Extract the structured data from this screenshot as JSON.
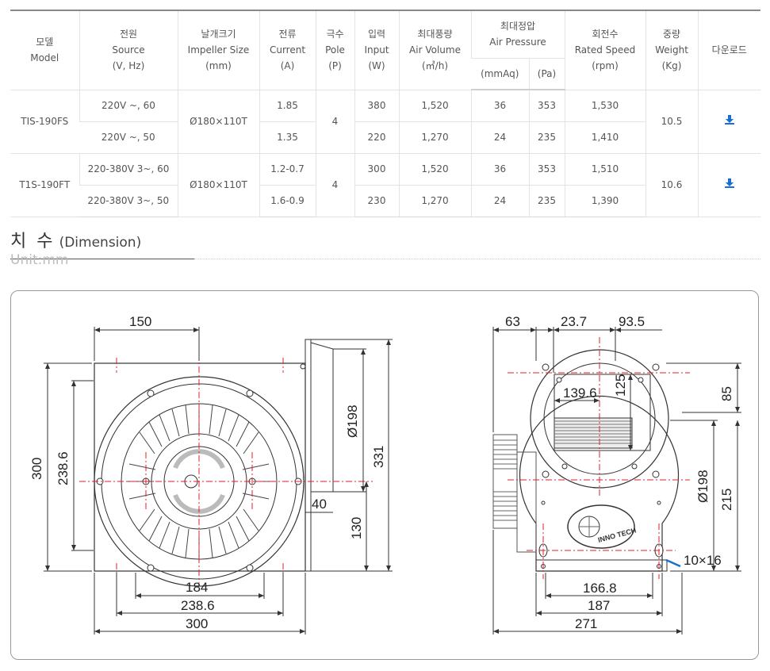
{
  "table": {
    "headers": {
      "model": [
        "모델",
        "Model"
      ],
      "source": [
        "전원",
        "Source",
        "(V, Hz)"
      ],
      "impeller": [
        "날개크기",
        "Impeller Size",
        "(mm)"
      ],
      "current": [
        "전류",
        "Current",
        "(A)"
      ],
      "pole": [
        "극수",
        "Pole",
        "(P)"
      ],
      "input": [
        "입력",
        "Input",
        "(W)"
      ],
      "air_volume": [
        "최대풍량",
        "Air Volume",
        "(㎥/h)"
      ],
      "air_pressure": [
        "최대정압",
        "Air Pressure"
      ],
      "pressure_units": [
        "(mmAq)",
        "(Pa)"
      ],
      "speed": [
        "회전수",
        "Rated Speed",
        "(rpm)"
      ],
      "weight": [
        "중량",
        "Weight",
        "(Kg)"
      ],
      "download": "다운로드"
    },
    "rows": [
      {
        "model": "TIS-190FS",
        "source": "220V ~, 60",
        "impeller": "Ø180×110T",
        "current": "1.85",
        "pole": "4",
        "input": "380",
        "air_volume": "1,520",
        "mmaq": "36",
        "pa": "353",
        "rpm": "1,530",
        "weight": "10.5"
      },
      {
        "source": "220V ~, 50",
        "current": "1.35",
        "input": "220",
        "air_volume": "1,270",
        "mmaq": "24",
        "pa": "235",
        "rpm": "1,410"
      },
      {
        "model": "T1S-190FT",
        "source": "220-380V 3~, 60",
        "impeller": "Ø180×110T",
        "current": "1.2-0.7",
        "pole": "4",
        "input": "300",
        "air_volume": "1,520",
        "mmaq": "36",
        "pa": "353",
        "rpm": "1,510",
        "weight": "10.6"
      },
      {
        "source": "220-380V 3~, 50",
        "current": "1.6-0.9",
        "input": "230",
        "air_volume": "1,270",
        "mmaq": "24",
        "pa": "235",
        "rpm": "1,390"
      }
    ]
  },
  "dimension": {
    "title_ko": "치 수",
    "title_en": "(Dimension)",
    "unit": "Unit:mm"
  },
  "drawing": {
    "front": {
      "top": "150",
      "left_outer": "300",
      "left_inner": "238.6",
      "dia": "Ø198",
      "height": "331",
      "offset": "40",
      "lower": "130",
      "b1": "184",
      "b2": "238.6",
      "b3": "300"
    },
    "side": {
      "t1": "63",
      "t2": "23.7",
      "t3": "93.5",
      "inner_w": "139.6",
      "inner_h": "125",
      "r_top": "85",
      "dia": "Ø198",
      "r_mid": "215",
      "slot": "10×16",
      "b1": "166.8",
      "b2": "187",
      "b3": "271"
    },
    "logo_text": "INNO TECH"
  },
  "icons": {
    "download": "download-icon"
  },
  "colors": {
    "accent": "#1a6fd0",
    "centerline": "#e0202a",
    "line": "#333333"
  }
}
